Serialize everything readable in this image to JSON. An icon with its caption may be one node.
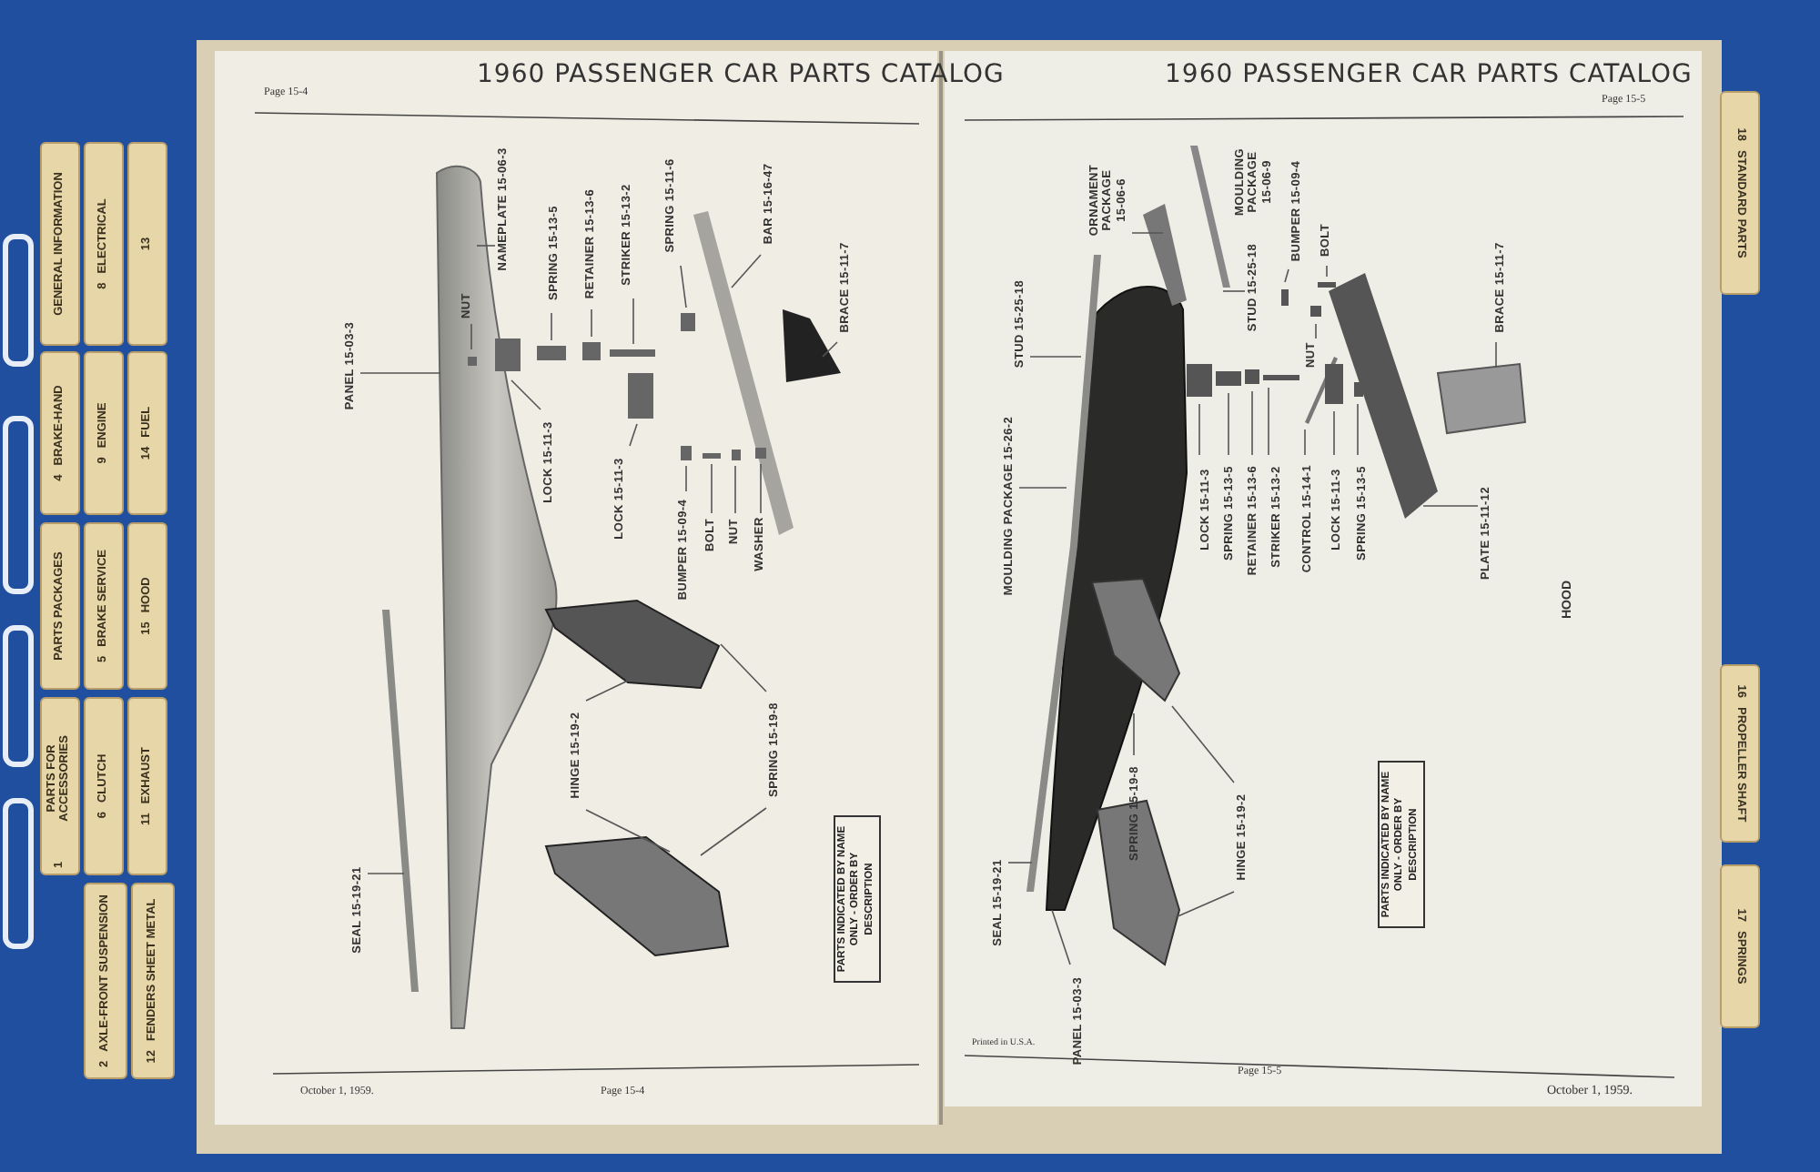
{
  "diagram": {
    "nodes": [
      {
        "text": [
          "GENERAL INFORMATION"
        ]
      },
      {
        "text": [
          "8",
          "ELECTRICAL"
        ]
      },
      {
        "text": [
          "13"
        ]
      },
      {
        "text": [
          "4",
          "BRAKE-HAND"
        ]
      },
      {
        "text": [
          "9",
          "ENGINE"
        ]
      },
      {
        "text": [
          "14",
          "FUEL"
        ]
      },
      {
        "text": [
          "PARTS PACKAGES"
        ]
      },
      {
        "text": [
          "5",
          "BRAKE SERVICE"
        ]
      },
      {
        "text": [
          "15",
          "HOOD"
        ]
      },
      {
        "text": [
          "1",
          "PARTS FOR ACCESSORIES"
        ]
      },
      {
        "text": [
          "6",
          "CLUTCH"
        ]
      },
      {
        "text": [
          "11",
          "EXHAUST"
        ]
      },
      {
        "text": [
          "2",
          "AXLE-FRONT SUSPENSION"
        ]
      },
      {
        "text": [
          "12",
          "FENDERS SHEET METAL"
        ]
      },
      {
        "text": [
          "18",
          "STANDARD PARTS"
        ]
      },
      {
        "text": [
          "16",
          "PROPELLER SHAFT"
        ]
      },
      {
        "text": [
          "17",
          "SPRINGS"
        ]
      },
      {
        "text": [
          "PANEL 15-03-3"
        ]
      },
      {
        "text": [
          "NAMEPLATE 15-06-3"
        ]
      },
      {
        "text": [
          "NUT"
        ]
      },
      {
        "text": [
          "SPRING 15-13-5"
        ]
      },
      {
        "text": [
          "RETAINER 15-13-6"
        ]
      },
      {
        "text": [
          "STRIKER 15-13-2"
        ]
      },
      {
        "text": [
          "SPRING 15-11-6"
        ]
      },
      {
        "text": [
          "BAR 15-16-47"
        ]
      },
      {
        "text": [
          "BRACE 15-11-7"
        ]
      },
      {
        "text": [
          "LOCK 15-11-3"
        ]
      },
      {
        "text": [
          "LOCK 15-11-3"
        ]
      },
      {
        "text": [
          "BUMPER 15-09-4"
        ]
      },
      {
        "text": [
          "BOLT"
        ]
      },
      {
        "text": [
          "NUT"
        ]
      },
      {
        "text": [
          "WASHER"
        ]
      },
      {
        "text": [
          "HINGE 15-19-2"
        ]
      },
      {
        "text": [
          "SPRING 15-19-8"
        ]
      },
      {
        "text": [
          "SEAL 15-19-21"
        ]
      },
      {
        "text": [
          "PARTS INDICATED BY NAME ONLY - ORDER BY DESCRIPTION"
        ]
      },
      {
        "text": [
          "ORNAMENT PACKAGE 15-06-6"
        ]
      },
      {
        "text": [
          "MOULDING PACKAGE 15-06-9"
        ]
      },
      {
        "text": [
          "STUD 15-25-18"
        ]
      },
      {
        "text": [
          "BUMPER 15-09-4"
        ]
      },
      {
        "text": [
          "BOLT"
        ]
      },
      {
        "text": [
          "NUT"
        ]
      },
      {
        "text": [
          "BRACE 15-11-7"
        ]
      },
      {
        "text": [
          "STUD 15-25-18"
        ]
      },
      {
        "text": [
          "MOULDING PACKAGE 15-26-2"
        ]
      },
      {
        "text": [
          "LOCK 15-11-3"
        ]
      },
      {
        "text": [
          "SPRING 15-13-5"
        ]
      },
      {
        "text": [
          "RETAINER 15-13-6"
        ]
      },
      {
        "text": [
          "STRIKER 15-13-2"
        ]
      },
      {
        "text": [
          "CONTROL 15-14-1"
        ]
      },
      {
        "text": [
          "LOCK 15-11-3"
        ]
      },
      {
        "text": [
          "SPRING 15-13-5"
        ]
      },
      {
        "text": [
          "PLATE 15-11-12"
        ]
      },
      {
        "text": [
          "SEAL 15-19-21"
        ]
      },
      {
        "text": [
          "PANEL 15-03-3"
        ]
      },
      {
        "text": [
          "SPRING 15-19-8"
        ]
      },
      {
        "text": [
          "HINGE 15-19-2"
        ]
      },
      {
        "text": [
          "PARTS INDICATED BY NAME ONLY - ORDER BY DESCRIPTION"
        ]
      }
    ],
    "edges": [
      {
        "from": 17,
        "to": null,
        "arrow": "none"
      },
      {
        "from": 18,
        "to": null,
        "arrow": "none"
      },
      {
        "from": 19,
        "to": null,
        "arrow": "none"
      },
      {
        "from": 20,
        "to": null,
        "arrow": "none"
      },
      {
        "from": 21,
        "to": null,
        "arrow": "none"
      },
      {
        "from": 22,
        "to": null,
        "arrow": "none"
      },
      {
        "from": 23,
        "to": null,
        "arrow": "none"
      },
      {
        "from": 24,
        "to": null,
        "arrow": "none"
      },
      {
        "from": 25,
        "to": null,
        "arrow": "none"
      },
      {
        "from": 26,
        "to": null,
        "arrow": "none"
      },
      {
        "from": 27,
        "to": null,
        "arrow": "none"
      },
      {
        "from": 28,
        "to": null,
        "arrow": "none"
      },
      {
        "from": 29,
        "to": null,
        "arrow": "none"
      },
      {
        "from": 30,
        "to": null,
        "arrow": "none"
      },
      {
        "from": 31,
        "to": null,
        "arrow": "none"
      },
      {
        "from": 32,
        "to": null,
        "arrow": "none"
      },
      {
        "from": 32,
        "to": null,
        "arrow": "none"
      },
      {
        "from": 33,
        "to": null,
        "arrow": "none"
      },
      {
        "from": 33,
        "to": null,
        "arrow": "none"
      },
      {
        "from": 34,
        "to": null,
        "arrow": "none"
      },
      {
        "from": 36,
        "to": null,
        "arrow": "none"
      },
      {
        "from": 38,
        "to": null,
        "arrow": "none"
      },
      {
        "from": 39,
        "to": null,
        "arrow": "none"
      },
      {
        "from": 41,
        "to": null,
        "arrow": "none"
      },
      {
        "from": 42,
        "to": null,
        "arrow": "none"
      },
      {
        "from": 43,
        "to": null,
        "arrow": "none"
      },
      {
        "from": 44,
        "to": null,
        "arrow": "none"
      },
      {
        "from": 45,
        "to": null,
        "arrow": "none"
      },
      {
        "from": 46,
        "to": null,
        "arrow": "none"
      },
      {
        "from": 47,
        "to": null,
        "arrow": "none"
      },
      {
        "from": 48,
        "to": null,
        "arrow": "none"
      },
      {
        "from": 49,
        "to": null,
        "arrow": "none"
      },
      {
        "from": 50,
        "to": null,
        "arrow": "none"
      },
      {
        "from": 51,
        "to": null,
        "arrow": "none"
      },
      {
        "from": 52,
        "to": null,
        "arrow": "none"
      },
      {
        "from": 53,
        "to": null,
        "arrow": "none"
      },
      {
        "from": 54,
        "to": null,
        "arrow": "none"
      },
      {
        "from": 55,
        "to": null,
        "arrow": "none"
      },
      {
        "from": 56,
        "to": null,
        "arrow": "none"
      },
      {
        "from": 56,
        "to": null,
        "arrow": "none"
      },
      {
        "from": 40,
        "to": null,
        "arrow": "none"
      }
    ],
    "labels": [
      "Page 15-4",
      "1960 PASSENGER CAR PARTS CATALOG",
      "1960 PASSENGER CAR PARTS CATALOG",
      "Page 15-5",
      "HOOD",
      "October 1, 1959.",
      "Page 15-4",
      "Printed in U.S.A.",
      "Page 15-5",
      "October 1, 1959."
    ]
  }
}
